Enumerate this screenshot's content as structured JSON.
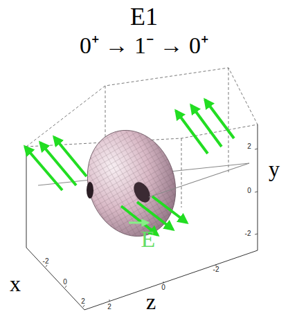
{
  "diagram": {
    "title": "E1",
    "labels": [
      "0⁺ → 1⁻ → 0⁺",
      "y",
      "2",
      "0",
      "-2",
      "x",
      "-2",
      "0",
      "2",
      "z",
      "2",
      "0",
      "-2",
      "E"
    ]
  }
}
